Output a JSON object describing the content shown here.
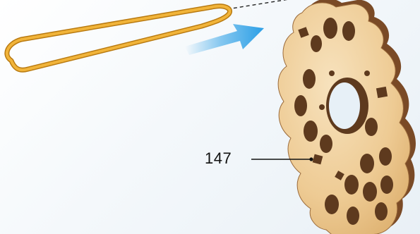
{
  "figure": {
    "part_number": "147",
    "icons": [
      "rubber-band",
      "direction-arrow",
      "wooden-gear-plate",
      "dashed-guide-line",
      "leader-line"
    ],
    "colors": {
      "background": "#eef3f7",
      "arrow": "#2b9fe6",
      "rubber_band": "#e8a62a",
      "rubber_band_edge": "#b97a10",
      "wood_face": "#f0d3a3",
      "wood_edge": "#7a4a26",
      "wood_hole": "#5e3a1e"
    }
  }
}
